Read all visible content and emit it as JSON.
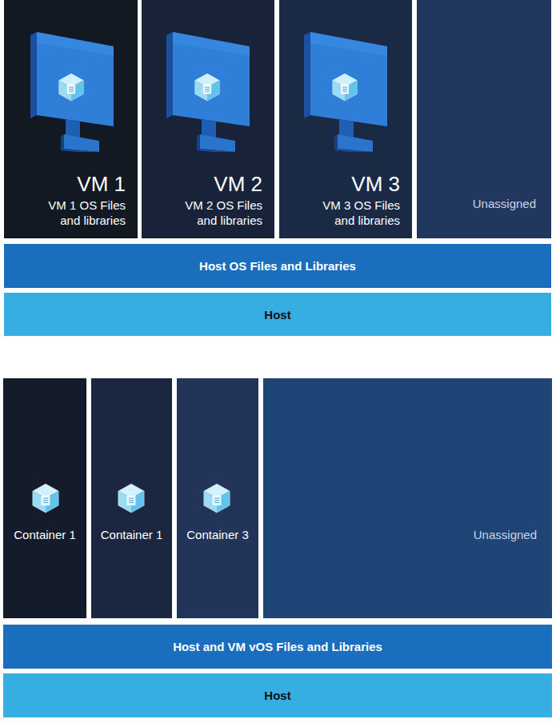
{
  "diagram": {
    "nodes": [
      {
        "text": [
          "VM 1",
          "VM 1 OS Files and libraries"
        ]
      },
      {
        "text": [
          "VM 2",
          "VM 2 OS Files and libraries"
        ]
      },
      {
        "text": [
          "VM 3",
          "VM 3 OS Files and libraries"
        ]
      },
      {
        "text": [
          "Unassigned"
        ]
      },
      {
        "text": [
          "Host OS Files and Libraries"
        ]
      },
      {
        "text": [
          "Host"
        ]
      },
      {
        "text": [
          "Container 1"
        ]
      },
      {
        "text": [
          "Container 1"
        ]
      },
      {
        "text": [
          "Container 3"
        ]
      },
      {
        "text": [
          "Unassigned"
        ]
      },
      {
        "text": [
          "Host and VM vOS Files and Libraries"
        ]
      },
      {
        "text": [
          "Host"
        ]
      }
    ]
  }
}
